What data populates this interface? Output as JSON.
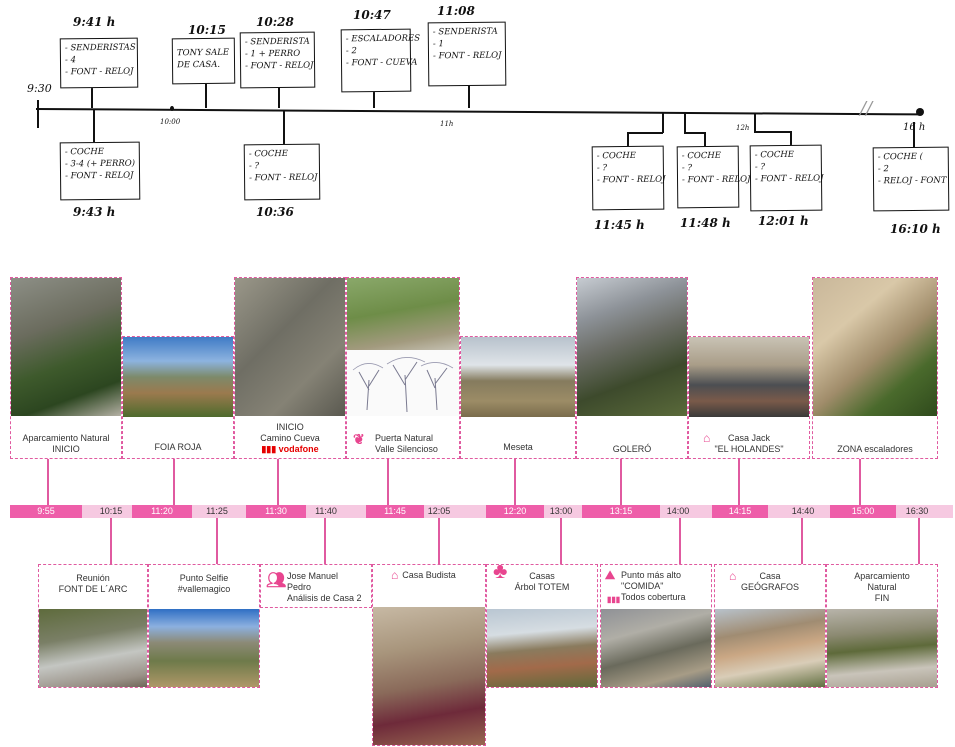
{
  "sketch": {
    "start_time": "9:30",
    "ticks": [
      "10:00",
      "11h",
      "12h",
      "16 h"
    ],
    "break_mark": "//",
    "top_notes": [
      {
        "time": "9:41 h",
        "lines": [
          "- SENDERISTAS",
          "- 4",
          "- FONT - RELOJ"
        ]
      },
      {
        "time": "10:15",
        "lines": [
          "TONY SALE",
          "DE CASA."
        ]
      },
      {
        "time": "10:28",
        "lines": [
          "- SENDERISTA",
          "- 1 + PERRO",
          "- FONT - RELOJ"
        ]
      },
      {
        "time": "10:47",
        "lines": [
          "- ESCALADORES",
          "- 2",
          "- FONT - CUEVA"
        ]
      },
      {
        "time": "11:08",
        "lines": [
          "- SENDERISTA",
          "- 1",
          "- FONT - RELOJ"
        ]
      }
    ],
    "bottom_notes": [
      {
        "time": "9:43 h",
        "lines": [
          "- COCHE",
          "- 3-4 (+ PERRO)",
          "- FONT - RELOJ"
        ]
      },
      {
        "time": "10:36",
        "lines": [
          "- COCHE",
          "- ?",
          "- FONT - RELOJ"
        ]
      },
      {
        "time": "11:45 h",
        "lines": [
          "- COCHE",
          "- ?",
          "- FONT - RELOJ"
        ]
      },
      {
        "time": "11:48 h",
        "lines": [
          "- COCHE",
          "- ?",
          "- FONT - RELOJ"
        ]
      },
      {
        "time": "12:01 h",
        "lines": [
          "- COCHE",
          "- ?",
          "- FONT - RELOJ"
        ]
      },
      {
        "time": "16:10 h",
        "lines": [
          "- COCHE (",
          "- 2",
          "- RELOJ - FONT"
        ]
      }
    ]
  },
  "timeline": {
    "times": [
      "9:55",
      "10:15",
      "11:20",
      "11:25",
      "11:30",
      "11:40",
      "11:45",
      "12:05",
      "12:20",
      "13:00",
      "13:15",
      "14:00",
      "14:15",
      "14:40",
      "15:00",
      "16:30"
    ],
    "top_cards": [
      {
        "lines": [
          "Aparcamiento Natural",
          "INICIO"
        ]
      },
      {
        "lines": [
          "FOIA ROJA"
        ]
      },
      {
        "lines": [
          "INICIO",
          "Camino Cueva"
        ],
        "brand": "vodafone"
      },
      {
        "lines": [
          "Puerta Natural",
          "Valle Silencioso"
        ]
      },
      {
        "lines": [
          "Meseta"
        ]
      },
      {
        "lines": [
          "GOLERÓ"
        ]
      },
      {
        "lines": [
          "Casa Jack",
          "\"EL HOLANDES\""
        ]
      },
      {
        "lines": [
          "ZONA escaladores"
        ]
      }
    ],
    "bottom_cards": [
      {
        "lines": [
          "Reunión",
          "FONT DE L´ARC"
        ]
      },
      {
        "lines": [
          "Punto Selfie",
          "#vallemagico"
        ]
      },
      {
        "lines": [
          "Jose Manuel",
          "Pedro",
          "Análisis de Casa 2"
        ]
      },
      {
        "lines": [
          "Casa Budista"
        ]
      },
      {
        "lines": [
          "Casas",
          "Árbol TOTEM"
        ]
      },
      {
        "lines": [
          "Punto más alto",
          "\"COMIDA\"",
          "Todos cobertura"
        ]
      },
      {
        "lines": [
          "Casa",
          "GEÓGRAFOS"
        ]
      },
      {
        "lines": [
          "Aparcamiento",
          "Natural",
          "FIN"
        ]
      }
    ]
  }
}
